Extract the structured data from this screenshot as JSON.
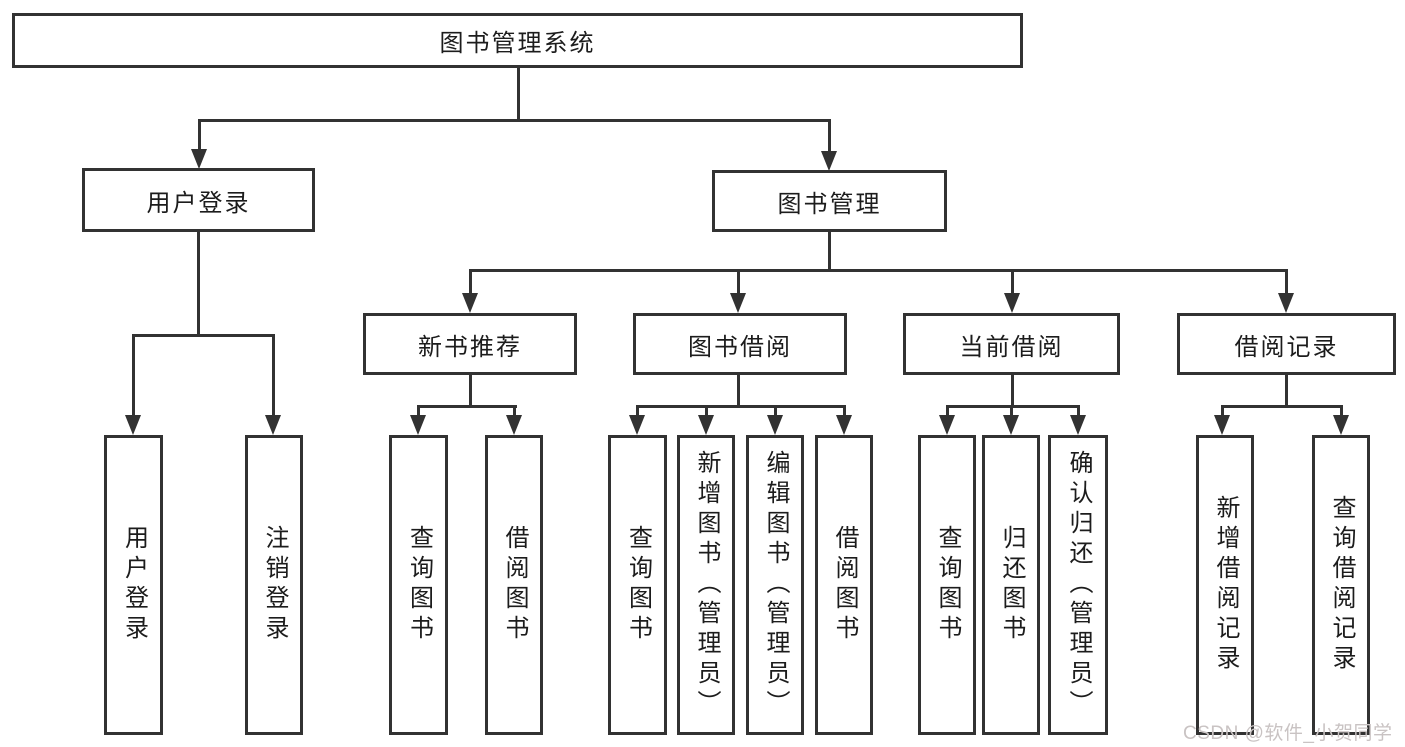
{
  "title": "图书管理系统",
  "tree": {
    "root": {
      "label": "图书管理系统"
    },
    "branches": [
      {
        "label": "用户登录",
        "children": [
          {
            "label": "用户登录"
          },
          {
            "label": "注销登录"
          }
        ]
      },
      {
        "label": "图书管理",
        "children": [
          {
            "label": "新书推荐",
            "children": [
              {
                "label": "查询图书"
              },
              {
                "label": "借阅图书"
              }
            ]
          },
          {
            "label": "图书借阅",
            "children": [
              {
                "label": "查询图书"
              },
              {
                "label": "新增图书（管理员）"
              },
              {
                "label": "编辑图书（管理员）"
              },
              {
                "label": "借阅图书"
              }
            ]
          },
          {
            "label": "当前借阅",
            "children": [
              {
                "label": "查询图书"
              },
              {
                "label": "归还图书"
              },
              {
                "label": "确认归还（管理员）"
              }
            ]
          },
          {
            "label": "借阅记录",
            "children": [
              {
                "label": "新增借阅记录"
              },
              {
                "label": "查询借阅记录"
              }
            ]
          }
        ]
      }
    ]
  },
  "watermark": {
    "text": "CSDN @软件_小贺同学"
  },
  "colors": {
    "border": "#323232",
    "text": "#1c1c1c",
    "background": "#ffffff",
    "watermark": "#c9c3c3"
  }
}
